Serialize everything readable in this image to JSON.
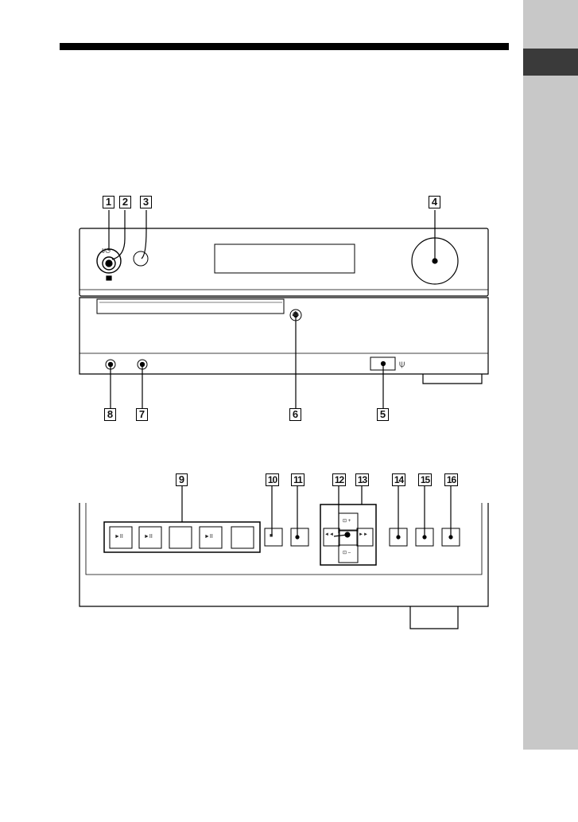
{
  "callouts_top": [
    "1",
    "2",
    "3",
    "4"
  ],
  "callouts_front": [
    "8",
    "7",
    "6",
    "5"
  ],
  "callouts_panel": [
    "9",
    "10",
    "11",
    "12",
    "13",
    "14",
    "15",
    "16"
  ],
  "glyphs": {
    "power": "I/⏻",
    "eject": "⏏",
    "usb": "⍦",
    "play_pause": "►II",
    "stop": "■",
    "prev": "◄◄",
    "next": "►►",
    "folder_plus": "⊡ +",
    "folder_minus": "⊡ –"
  }
}
